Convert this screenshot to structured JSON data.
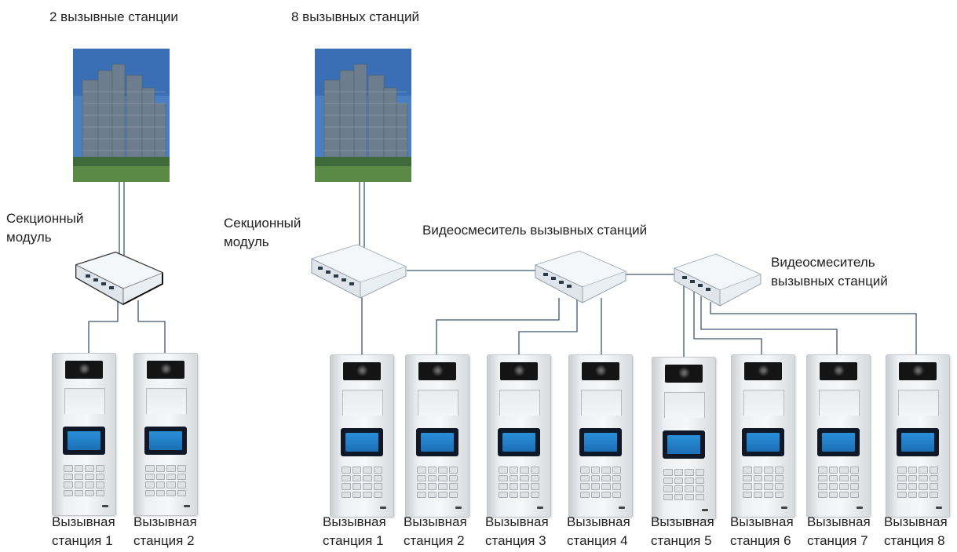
{
  "diagram": {
    "left_title": "2 вызывные станции",
    "right_title": "8 вызывных станций",
    "left_module_label": "Секционный\nмодуль",
    "right_module_label": "Секционный\nмодуль",
    "mixer_label_center": "Видеосмеситель вызывных станций",
    "mixer_label_right": "Видеосмеситель\nвызывных станций",
    "left_stations": [
      {
        "label": "Вызывная\nстанция 1"
      },
      {
        "label": "Вызывная\nстанция 2"
      }
    ],
    "right_stations": [
      {
        "label": "Вызывная\nстанция 1"
      },
      {
        "label": "Вызывная\nстанция 2"
      },
      {
        "label": "Вызывная\nстанция 3"
      },
      {
        "label": "Вызывная\nстанция 4"
      },
      {
        "label": "Вызывная\nстанция 5"
      },
      {
        "label": "Вызывная\nстанция 6"
      },
      {
        "label": "Вызывная\nстанция 7"
      },
      {
        "label": "Вызывная\nстанция 8"
      }
    ]
  },
  "colors": {
    "wire": "#3f5670",
    "screen": "#1b6fb5",
    "building_sky": "#4a80c2"
  }
}
